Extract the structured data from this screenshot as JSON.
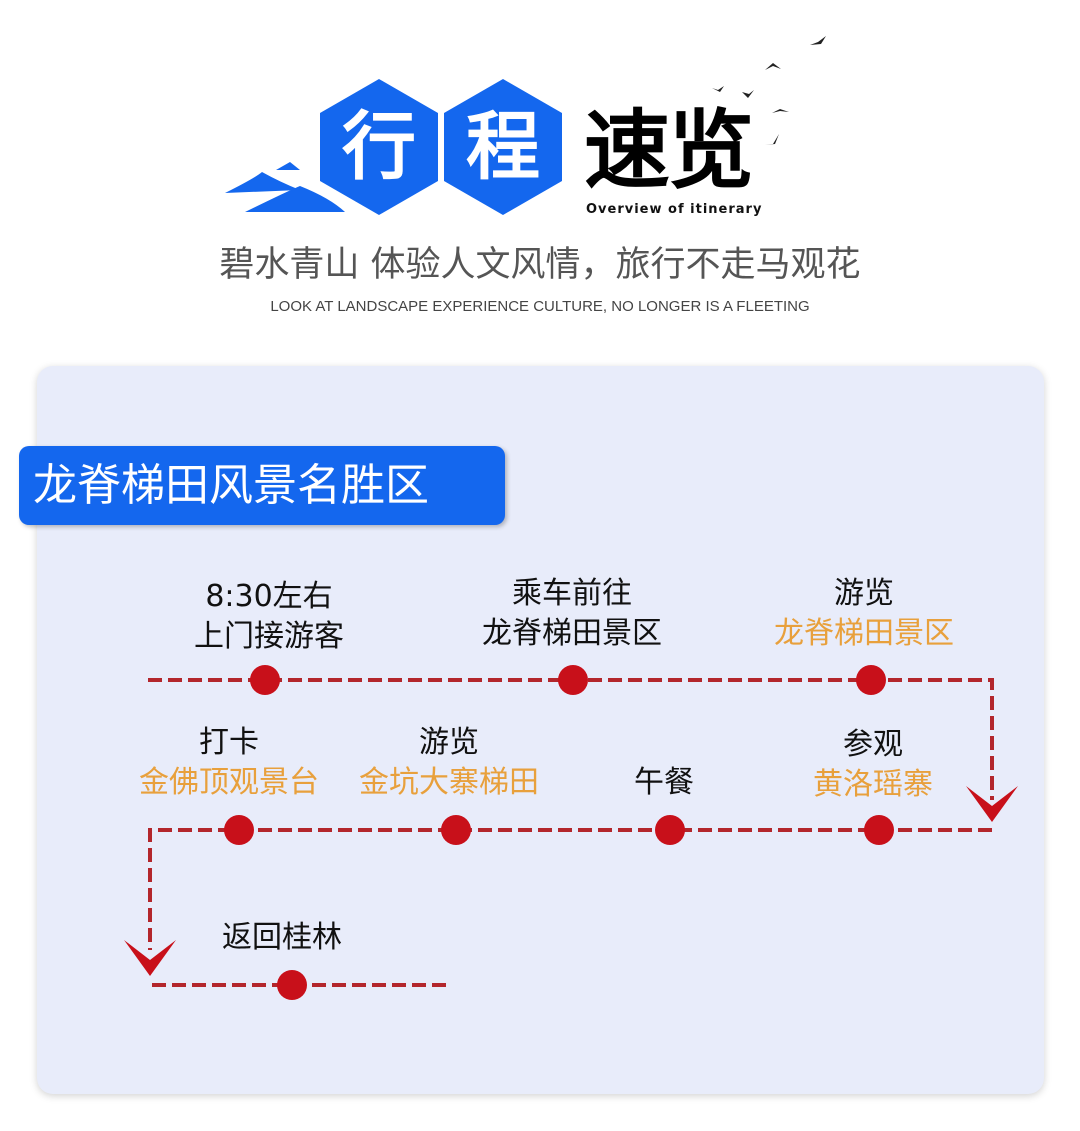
{
  "header": {
    "title_hex": [
      "行",
      "程"
    ],
    "title_rest": "速览",
    "subtitle_en": "Overview of itinerary",
    "slogan": "碧水青山 体验人文风情，旅行不走马观花",
    "slogan_en": "LOOK AT LANDSCAPE EXPERIENCE CULTURE, NO LONGER IS A FLEETING"
  },
  "card": {
    "title": "龙脊梯田风景名胜区",
    "stops": [
      {
        "line1": "8:30左右",
        "line2": "上门接游客",
        "highlight": false
      },
      {
        "line1": "乘车前往",
        "line2": "龙脊梯田景区",
        "highlight": false
      },
      {
        "line1": "游览",
        "line2": "龙脊梯田景区",
        "highlight": true
      },
      {
        "line1": "参观",
        "line2": "黄洛瑶寨",
        "highlight": true
      },
      {
        "line1": "",
        "line2": "午餐",
        "highlight": false
      },
      {
        "line1": "游览",
        "line2": "金坑大寨梯田",
        "highlight": true
      },
      {
        "line1": "打卡",
        "line2": "金佛顶观景台",
        "highlight": true
      },
      {
        "line1": "",
        "line2": "返回桂林",
        "highlight": false
      }
    ]
  },
  "colors": {
    "blue": "#1467ee",
    "red": "#c8101a",
    "dash": "#b3262c",
    "orange": "#e8a03c"
  }
}
